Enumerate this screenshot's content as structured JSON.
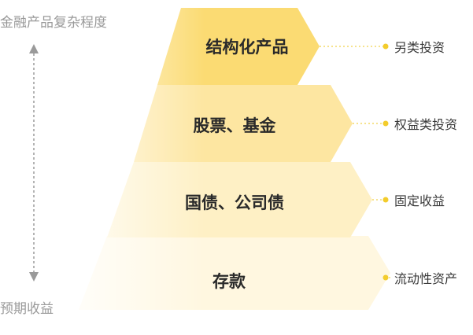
{
  "axis": {
    "top_label": "金融产品复杂程度",
    "bottom_label": "预期收益"
  },
  "tiers": [
    {
      "label": "结构化产品",
      "category": "另类投资",
      "color": "#fbdb73"
    },
    {
      "label": "股票、基金",
      "category": "权益类投资",
      "color": "#fde6a1"
    },
    {
      "label": "国债、公司债",
      "category": "固定收益",
      "color": "#fef0c5"
    },
    {
      "label": "存款",
      "category": "流动性资产",
      "color": "#fff7e0"
    }
  ],
  "colors": {
    "connector": "#f1d24b",
    "dot": "#f3cc2c",
    "axis_line": "#9a9a9a"
  }
}
